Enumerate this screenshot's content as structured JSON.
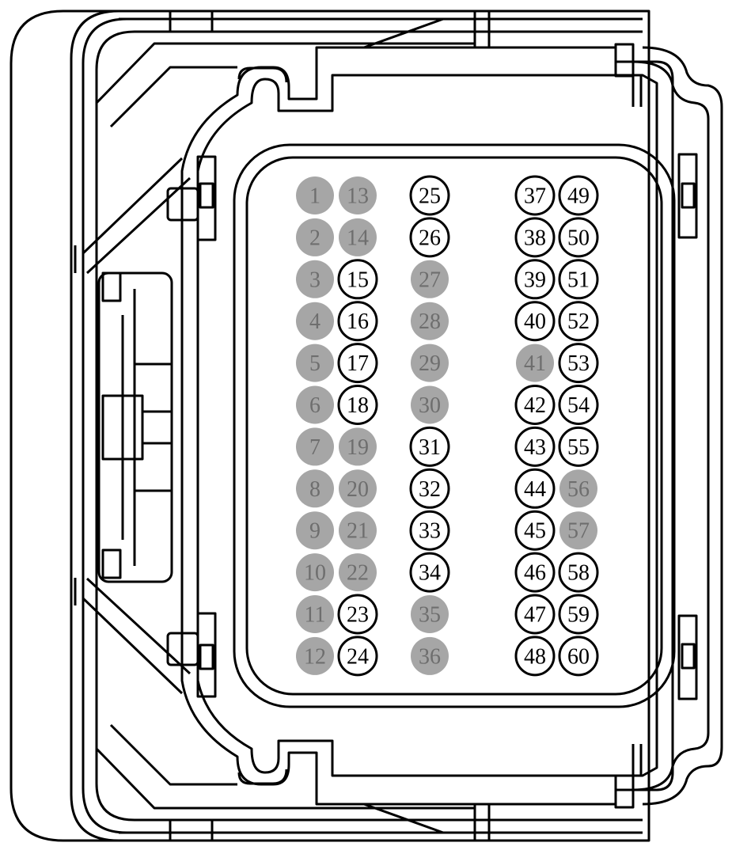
{
  "colors": {
    "outline": "#000000",
    "unused_fill": "#a6a6a6",
    "unused_text": "#6e6e6e",
    "used_fill": "#ffffff",
    "used_text": "#000000"
  },
  "pins": [
    {
      "label": "1",
      "filled": true
    },
    {
      "label": "2",
      "filled": true
    },
    {
      "label": "3",
      "filled": true
    },
    {
      "label": "4",
      "filled": true
    },
    {
      "label": "5",
      "filled": true
    },
    {
      "label": "6",
      "filled": true
    },
    {
      "label": "7",
      "filled": true
    },
    {
      "label": "8",
      "filled": true
    },
    {
      "label": "9",
      "filled": true
    },
    {
      "label": "10",
      "filled": true
    },
    {
      "label": "11",
      "filled": true
    },
    {
      "label": "12",
      "filled": true
    },
    {
      "label": "13",
      "filled": true
    },
    {
      "label": "14",
      "filled": true
    },
    {
      "label": "15",
      "filled": false
    },
    {
      "label": "16",
      "filled": false
    },
    {
      "label": "17",
      "filled": false
    },
    {
      "label": "18",
      "filled": false
    },
    {
      "label": "19",
      "filled": true
    },
    {
      "label": "20",
      "filled": true
    },
    {
      "label": "21",
      "filled": true
    },
    {
      "label": "22",
      "filled": true
    },
    {
      "label": "23",
      "filled": false
    },
    {
      "label": "24",
      "filled": false
    },
    {
      "label": "25",
      "filled": false
    },
    {
      "label": "26",
      "filled": false
    },
    {
      "label": "27",
      "filled": true
    },
    {
      "label": "28",
      "filled": true
    },
    {
      "label": "29",
      "filled": true
    },
    {
      "label": "30",
      "filled": true
    },
    {
      "label": "31",
      "filled": false
    },
    {
      "label": "32",
      "filled": false
    },
    {
      "label": "33",
      "filled": false
    },
    {
      "label": "34",
      "filled": false
    },
    {
      "label": "35",
      "filled": true
    },
    {
      "label": "36",
      "filled": true
    },
    {
      "label": "37",
      "filled": false
    },
    {
      "label": "38",
      "filled": false
    },
    {
      "label": "39",
      "filled": false
    },
    {
      "label": "40",
      "filled": false
    },
    {
      "label": "41",
      "filled": true
    },
    {
      "label": "42",
      "filled": false
    },
    {
      "label": "43",
      "filled": false
    },
    {
      "label": "44",
      "filled": false
    },
    {
      "label": "45",
      "filled": false
    },
    {
      "label": "46",
      "filled": false
    },
    {
      "label": "47",
      "filled": false
    },
    {
      "label": "48",
      "filled": false
    },
    {
      "label": "49",
      "filled": false
    },
    {
      "label": "50",
      "filled": false
    },
    {
      "label": "51",
      "filled": false
    },
    {
      "label": "52",
      "filled": false
    },
    {
      "label": "53",
      "filled": false
    },
    {
      "label": "54",
      "filled": false
    },
    {
      "label": "55",
      "filled": false
    },
    {
      "label": "56",
      "filled": true
    },
    {
      "label": "57",
      "filled": true
    },
    {
      "label": "58",
      "filled": false
    },
    {
      "label": "59",
      "filled": false
    },
    {
      "label": "60",
      "filled": false
    }
  ]
}
